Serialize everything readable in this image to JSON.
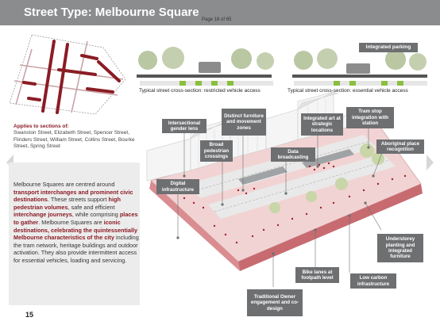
{
  "header": {
    "title": "Street Type: Melbourne Square",
    "page_indicator": "Page 18 of 65"
  },
  "cross_sections": {
    "restricted_label": "Typical street cross-section: restricted vehicle access",
    "essential_label": "Typical street cross-section: essential vehicle access",
    "badge": "Integrated parking"
  },
  "applies": {
    "title": "Applies to sections of:",
    "streets": "Swanston Street, Elizabeth Street, Spencer Street, Flinders Street, William Street, Collins Street, Bourke Street, Spring Street"
  },
  "description": {
    "p1": "Melbourne Squares are centred around ",
    "b1": "transport interchanges and prominent civic destinations",
    "p2": ". These streets support ",
    "b2": "high pedestrian volumes",
    "p3": ", safe and efficient ",
    "b3": "interchange journeys",
    "p4": ", while comprising ",
    "b4": "places to gather",
    "p5": ". Melbourne Squares are ",
    "b5": "iconic destinations, celebrating the quintessentially Melbourne characteristics of the city",
    "p6": " including the tram network, heritage buildings and outdoor activation. They also provide intermittent access for essential vehicles, loading and servicing."
  },
  "callouts": {
    "intersectional": "Intersectional gender lens",
    "distinct": "Distinct furniture and movement zones",
    "broad": "Broad pedestrian crossings",
    "integrated_art": "Integrated art at strategic locations",
    "tram_stop": "Tram stop integration with station",
    "aboriginal": "Aboriginal place recognition",
    "data": "Data broadcasting",
    "digital": "Digital infrastructure",
    "understorey": "Understorey planting and integrated furniture",
    "low_carbon": "Low carbon infrastructure",
    "bike": "Bike lanes at footpath level",
    "owner": "Traditional Owner engagement and co-design"
  },
  "footer": {
    "page_number": "15"
  },
  "colors": {
    "header_bg": "#8a8c8e",
    "accent": "#8b1c24",
    "callout_bg": "#6d6f71",
    "street_pink": "#f2d3d3"
  }
}
